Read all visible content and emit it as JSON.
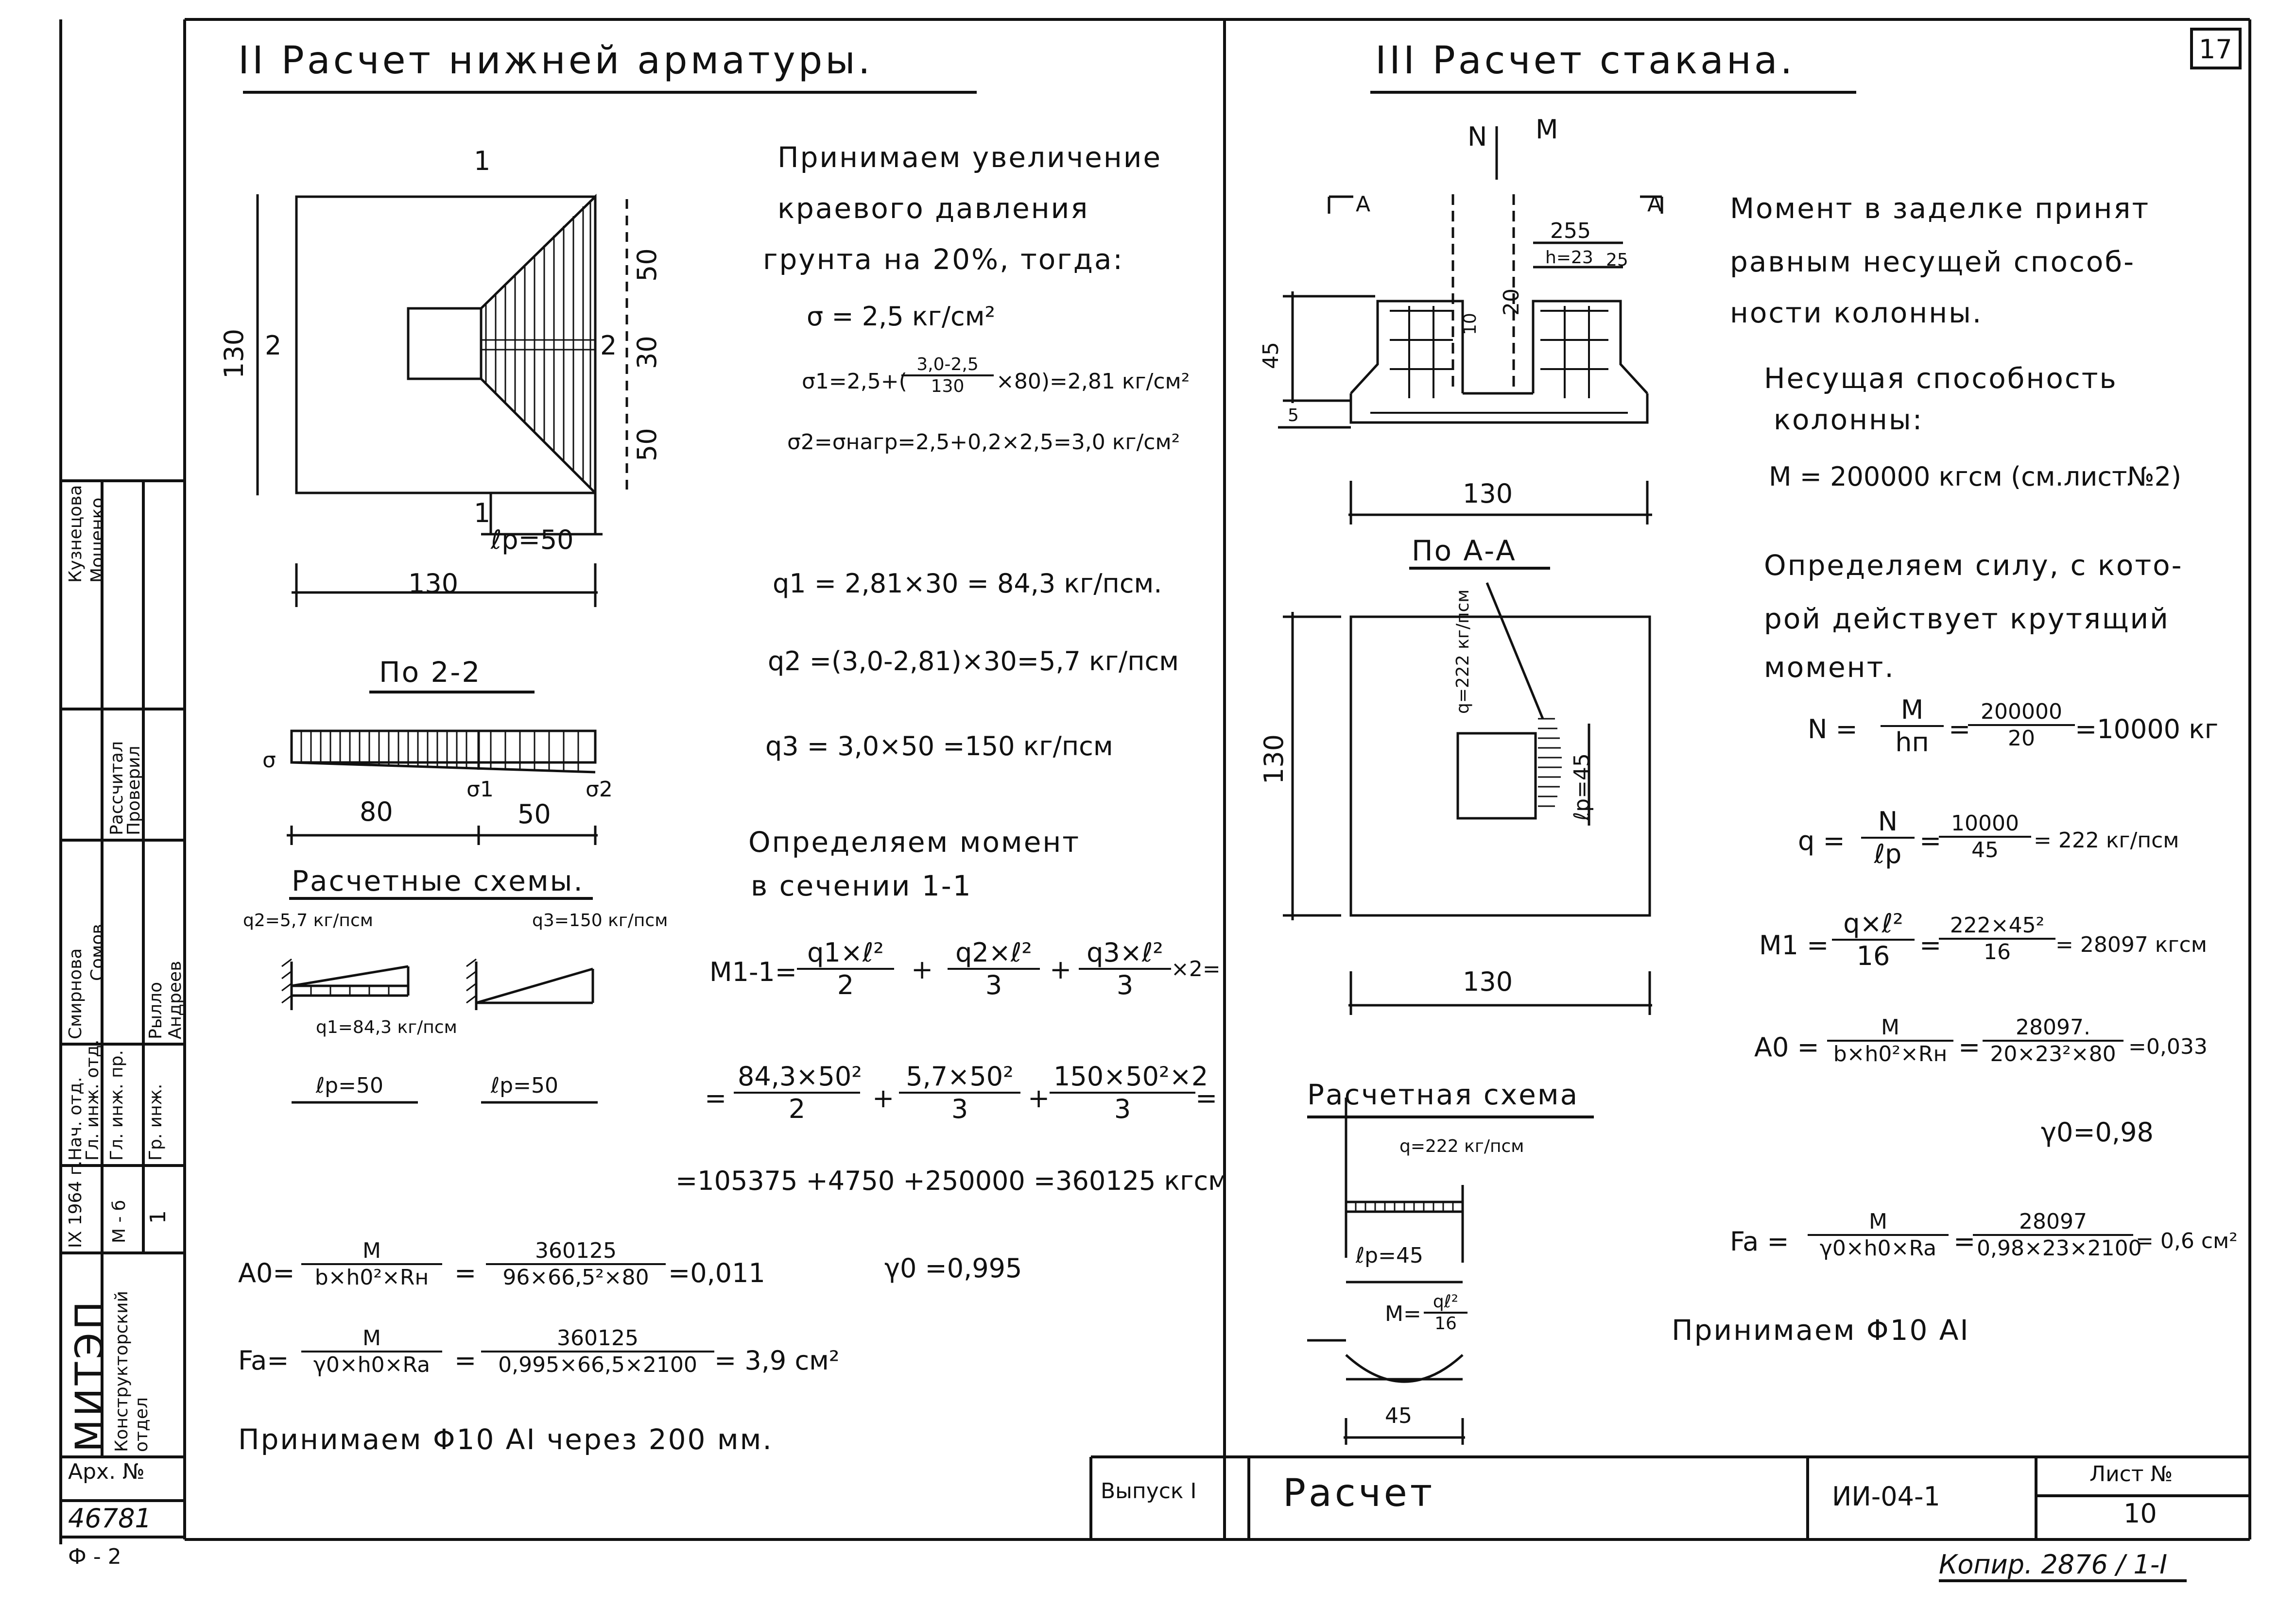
{
  "left_panel": {
    "title": "II  Расчет нижней арматуры.",
    "sec_mark": "1",
    "plan": {
      "dim_side_left": "130",
      "label_2_left": "2",
      "label_2_right": "2",
      "dim_50_top": "50",
      "dim_30": "30",
      "dim_50_bottom": "50",
      "sec_mark_bottom": "1",
      "lp": "ℓp=50",
      "dim_bottom": "130"
    },
    "section22": {
      "title": "По 2-2",
      "dim_80": "80",
      "dim_50": "50",
      "s_left": "σ",
      "s1": "σ1",
      "s2": "σ2"
    },
    "schemes": {
      "title": "Расчетные схемы.",
      "q2": "q2=5,7 кг/пcм",
      "q3": "q3=150 кг/пcм",
      "q1": "q1=84,3 кг/пcм",
      "lp1": "ℓр=50",
      "lp2": "ℓр=50"
    },
    "intro_lines": [
      "Принимаем увеличение",
      "краевого давления",
      "грунта на 20%, тогда:"
    ],
    "sigma": "σ = 2,5 кг/см²",
    "sigma1_prefix": "σ1=2,5+(",
    "sigma1_num": "3,0-2,5",
    "sigma1_den": "130",
    "sigma1_suffix": "×80)=2,81 кг/см²",
    "sigma2": "σ2=σнагр=2,5+0,2×2,5=3,0 кг/см²",
    "q1_line": "q1 = 2,81×30 = 84,3 кг/пcм.",
    "q2_line": "q2 =(3,0-2,81)×30=5,7 кг/пcм",
    "q3_line": "q3 = 3,0×50 =150 кг/пcм",
    "moment_lines": [
      "Определяем момент",
      "в сечении 1-1"
    ],
    "m_prefix": "M1-1=",
    "m_t1_num": "q1×ℓ²",
    "m_t1_den": "2",
    "m_t2_num": "q2×ℓ²",
    "m_t2_den": "3",
    "m_t3_num": "q3×ℓ²",
    "m_t3_den": "3",
    "m_tail": "×2=",
    "m2_t1_num": "84,3×50²",
    "m2_t1_den": "2",
    "m2_t2_num": "5,7×50²",
    "m2_t2_den": "3",
    "m2_t3_num": "150×50²×2",
    "m2_t3_den": "3",
    "m_result": "=105375 +4750 +250000 =360125 кгсм",
    "a0_label": "A0=",
    "a0_num": "M",
    "a0_den": "b×h0²×Rн",
    "a0_num2": "360125",
    "a0_den2": "96×66,5²×80",
    "a0_result": "=0,011",
    "gamma": "γ0 =0,995",
    "fa_label": "Fa=",
    "fa_num": "M",
    "fa_den": "γ0×h0×Ra",
    "fa_num2": "360125",
    "fa_den2": "0,995×66,5×2100",
    "fa_result": "= 3,9 см²",
    "accept": "Принимаем  Φ10 AI   через  200 мм."
  },
  "right_panel": {
    "title": "III  Расчет стакана.",
    "sheet_no": "17",
    "load_N": "N",
    "load_M": "M",
    "sec_A_left": "A",
    "sec_A_right": "A",
    "elev": {
      "d255": "255",
      "dh23": "h=23",
      "d25": "25",
      "d20": "20",
      "d10": "10",
      "d45": "45",
      "d5": "5",
      "d130": "130"
    },
    "plan_AA": {
      "title": "По А-А",
      "q_lbl": "q=222 кг/пcм",
      "lp": "ℓр=45",
      "d130_side": "130",
      "d130_bottom": "130"
    },
    "scheme": {
      "title": "Расчетная схема",
      "q": "q=222 кг/пcм",
      "lp": "ℓр=45",
      "m": "M=",
      "m_num": "qℓ²",
      "m_den": "16",
      "d45": "45"
    },
    "text_lines": [
      "Момент в заделке принят",
      "равным несущей способ-",
      "ности колонны."
    ],
    "capacity_lines": [
      "Несущая способность",
      "колонны:"
    ],
    "capacity_val": "M = 200000 кгсм (см.лист№2)",
    "force_lines": [
      "Определяем силу, с кото-",
      "рой действует крутящий",
      "момент."
    ],
    "n_label": "N =",
    "n_num": "M",
    "n_den": "hп",
    "n_num2": "200000",
    "n_den2": "20",
    "n_result": "=10000 кг",
    "q_label": "q =",
    "q_num": "N",
    "q_den": "ℓр",
    "q_num2": "10000",
    "q_den2": "45",
    "q_result": "= 222 кг/пcм",
    "m1_label": "M1 =",
    "m1_num": "q×ℓ²",
    "m1_den": "16",
    "m1_num2": "222×45²",
    "m1_den2": "16",
    "m1_result": "= 28097 кгсм",
    "a0_label": "A0 =",
    "a0_num": "M",
    "a0_den": "b×h0²×Rн",
    "a0_num2": "28097.",
    "a0_den2": "20×23²×80",
    "a0_result": "=0,033",
    "gamma": "γ0=0,98",
    "fa_label": "Fa =",
    "fa_num": "M",
    "fa_den": "γ0×h0×Ra",
    "fa_num2": "28097",
    "fa_den2": "0,98×23×2100",
    "fa_result": "= 0,6 см²",
    "accept": "Принимаем  Φ10 AI"
  },
  "title_block": {
    "vypusk": "Выпуск I",
    "title": "Расчет",
    "code": "ИИ-04-1",
    "list_lbl": "Лист №",
    "list_no": "10"
  },
  "left_strip": {
    "org": "МИТЭП",
    "dept": "Конструкторский отдел",
    "arh_lbl": "Арх. №",
    "arh_no": "46781",
    "f": "Ф - 2",
    "date": "IX 1964 г.",
    "m_lbl": "М - б",
    "m_val": "1",
    "roles": [
      "Нач. отд.",
      "Гл. инж. отд.",
      "Гл. инж. пр.",
      "Гр. инж.",
      "Рассчитал",
      "Проверил"
    ],
    "names": [
      "Смирнова",
      "Сомов",
      "Рылло",
      "Андреев",
      "Кузнецова",
      "Мошенко"
    ]
  },
  "footer_note": "Копир. 2876 / 1-I"
}
